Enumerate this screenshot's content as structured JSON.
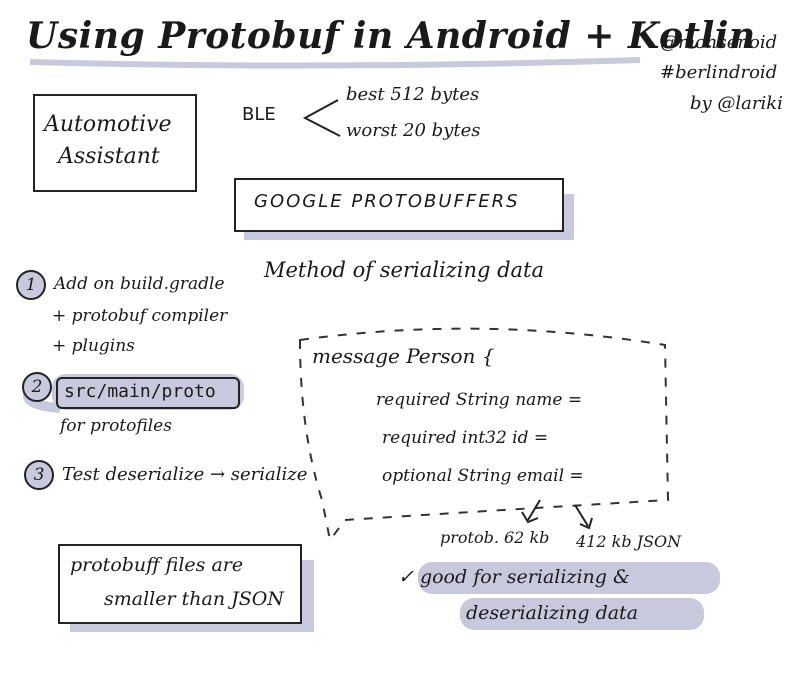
{
  "title": "Using Protobuf in Android + Kotlin",
  "credits": {
    "handle": "@mohsenoid",
    "hashtag": "#berlindroid",
    "by": "by @lariki"
  },
  "assistant_box": {
    "line1": "Automotive",
    "line2": "Assistant"
  },
  "ble": {
    "label": "BLE",
    "best": "best 512 bytes",
    "worst": "worst 20 bytes"
  },
  "protobuffers_label": "GOOGLE PROTOBUFFERS",
  "definition": "Method of serializing data",
  "steps": [
    {
      "number": "1",
      "line1": "Add on build.gradle",
      "line2": "+ protobuf compiler",
      "line3": "+ plugins"
    },
    {
      "number": "2",
      "line1": "src/main/proto",
      "line2": "for protofiles"
    },
    {
      "number": "3",
      "line1": "Test deserialize → serialize"
    }
  ],
  "message_block": {
    "header": "message Person {",
    "fields": [
      "required String name =",
      "required int32 id =",
      "optional String email ="
    ]
  },
  "sizes": {
    "protob": "protob. 62 kb",
    "json": "412 kb JSON"
  },
  "conclusion": {
    "line1": "✓ good for serializing &",
    "line2": "deserializing data"
  },
  "note_box": {
    "line1": "protobuff files are",
    "line2": "smaller than JSON"
  }
}
